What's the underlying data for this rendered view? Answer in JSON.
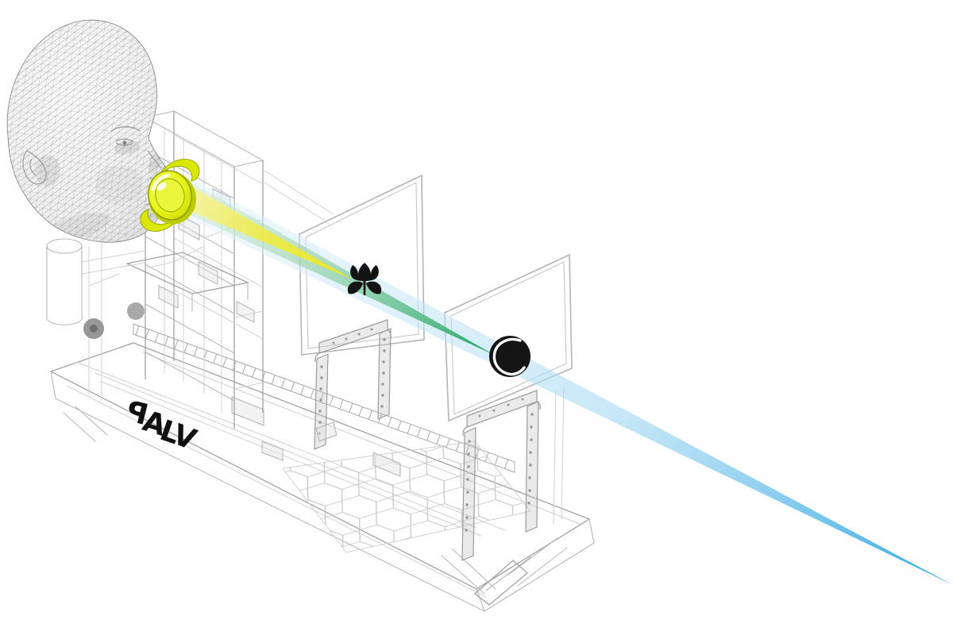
{
  "scene": {
    "description": "Wireframe CAD render of an optical bench vision simulator: a polygon-mesh human head looks through a yellow intraocular lens; three light beams focus at near (flower), intermediate (tennis ball) and far distance.",
    "background": "#ffffff"
  },
  "device": {
    "label": "PALV",
    "label_letters": [
      "P",
      "A",
      "L",
      "V"
    ],
    "wireframe_color": "#b8b8b8"
  },
  "head": {
    "name": "wireframe-head-mesh",
    "mesh_color": "#8f8f8f"
  },
  "lens": {
    "name": "intraocular-lens",
    "body_center_color": "#f8ff85",
    "body_mid_color": "#e9f51e",
    "body_edge_color": "#c3d300",
    "haptic_color": "#d8e800",
    "outline_color": "#8e9c00",
    "highlight_color": "#ffffff"
  },
  "beams": {
    "near": {
      "target_icon": "flower-macro-icon",
      "color_start": "#f7f48f",
      "color_mid": "#f2ec3c",
      "color_end": "#ece520"
    },
    "intermediate": {
      "target_icon": "tennis-ball-icon",
      "color_start": "#d8edd8",
      "color_mid": "#79c795",
      "color_end": "#12a055"
    },
    "far": {
      "target_icon": null,
      "color_start": "#e2f2fa",
      "color_mid": "#a5d9f2",
      "color_end": "#28a4e2"
    }
  },
  "icons": {
    "flower": {
      "name": "flower-macro-icon",
      "color": "#141414"
    },
    "ball": {
      "name": "tennis-ball-icon",
      "color": "#141414",
      "seam_color": "#ffffff"
    }
  },
  "screens": {
    "count": 2,
    "frame_color": "#b4b4b4"
  }
}
